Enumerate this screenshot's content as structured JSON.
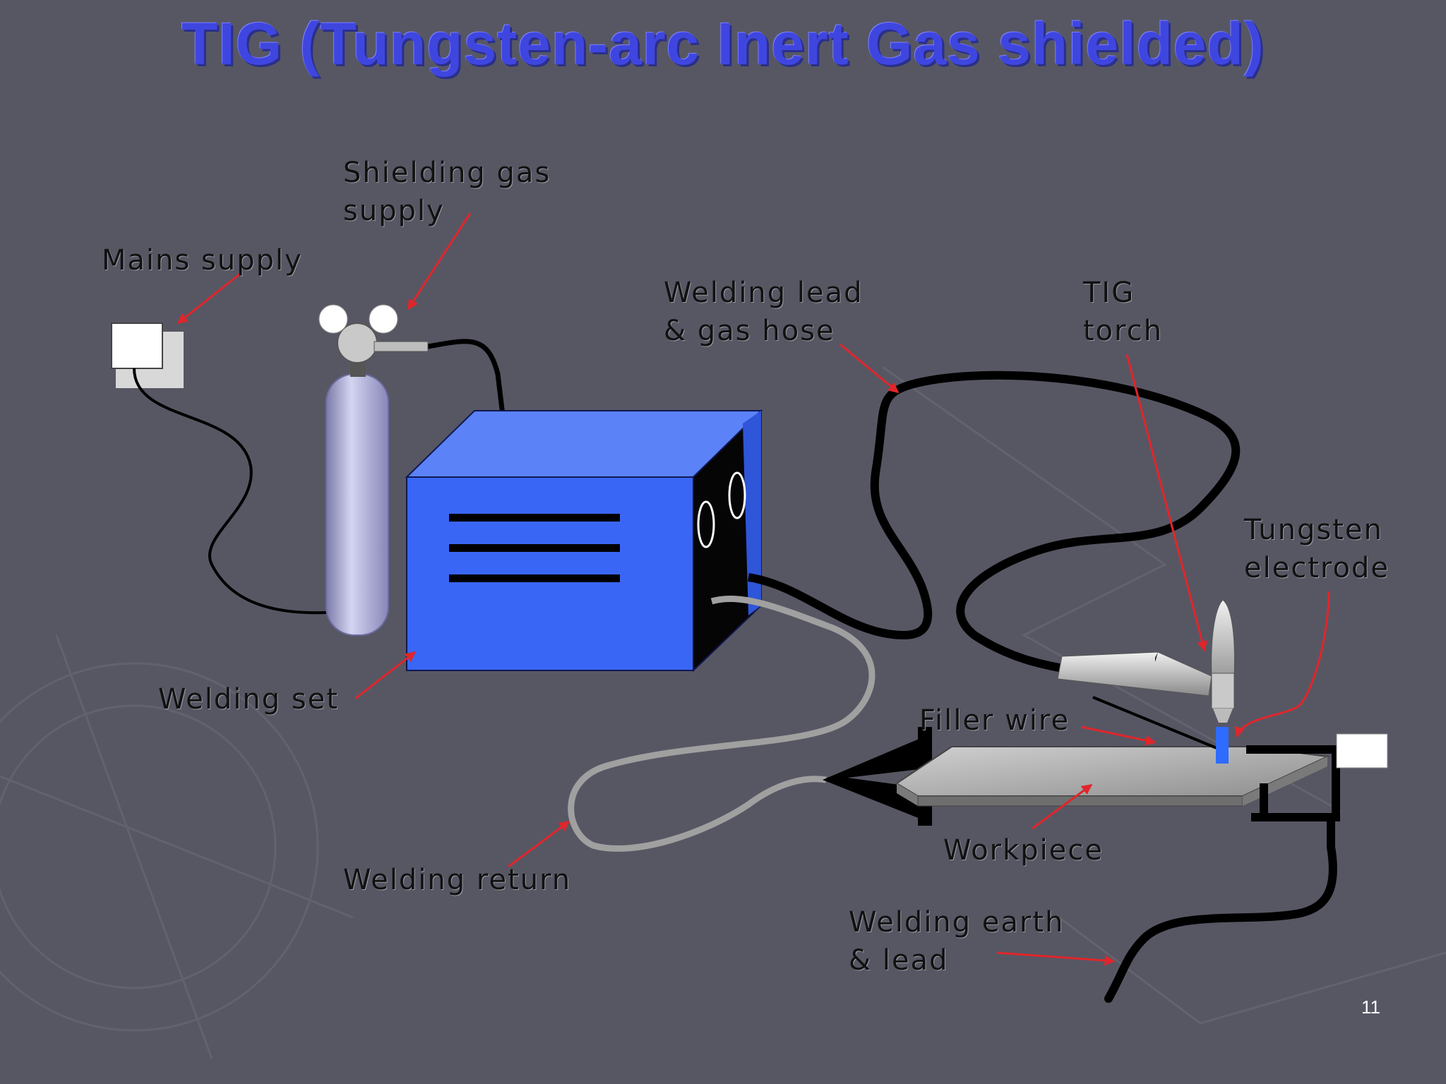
{
  "slide": {
    "title": "TIG (Tungsten-arc Inert Gas shielded)",
    "page_number": "11"
  },
  "labels": {
    "shielding_gas_supply": "Shielding gas\nsupply",
    "mains_supply": "Mains supply",
    "welding_lead_gas_hose": "Welding lead\n& gas hose",
    "tig_torch": "TIG\ntorch",
    "tungsten_electrode": "Tungsten\nelectrode",
    "welding_set": "Welding set",
    "filler_wire": "Filler wire",
    "workpiece": "Workpiece",
    "welding_return": "Welding return",
    "welding_earth_lead": "Welding earth\n& lead"
  },
  "colors": {
    "background": "#575764",
    "title": "#3f46e0",
    "arrow": "#e0262b",
    "welding_set": "#3a66f5",
    "cylinder": "#a9a9d8",
    "cable": "#000000",
    "return_cable": "#9a9a9a",
    "workpiece": "#b5b5b5",
    "arc": "#2f6bff"
  }
}
